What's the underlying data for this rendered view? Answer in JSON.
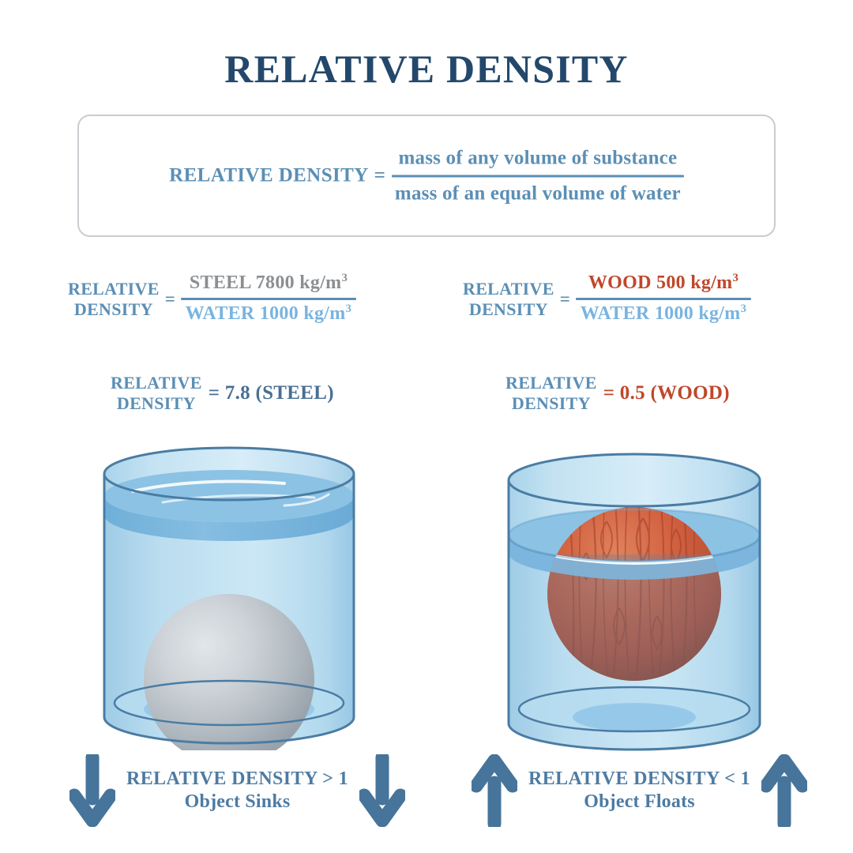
{
  "title": "RELATIVE DENSITY",
  "main_formula": {
    "lhs": "RELATIVE DENSITY",
    "equals": "=",
    "numerator": "mass of any volume of substance",
    "denominator": "mass of an equal volume of water"
  },
  "examples": [
    {
      "id": "steel",
      "label_line1": "RELATIVE",
      "label_line2": "DENSITY",
      "equals": "=",
      "numerator": "STEEL 7800 kg/m",
      "numerator_exp": "3",
      "denominator": "WATER 1000 kg/m",
      "denominator_exp": "3",
      "result": "= 7.8 (STEEL)",
      "caption_line1": "RELATIVE DENSITY > 1",
      "caption_line2": "Object Sinks",
      "arrow": "down-arrow-icon",
      "sphere": "steel-sphere"
    },
    {
      "id": "wood",
      "label_line1": "RELATIVE",
      "label_line2": "DENSITY",
      "equals": "=",
      "numerator": "WOOD 500 kg/m",
      "numerator_exp": "3",
      "denominator": "WATER 1000 kg/m",
      "denominator_exp": "3",
      "result": "= 0.5 (WOOD)",
      "caption_line1": "RELATIVE DENSITY < 1",
      "caption_line2": "Object Floats",
      "arrow": "up-arrow-icon",
      "sphere": "wood-sphere"
    }
  ],
  "colors": {
    "title": "#23486b",
    "formula_text": "#5b8fb5",
    "box_border": "#c9cdd1",
    "steel_text": "#8b8f92",
    "water_text": "#79b4e0",
    "wood_text": "#c0472a",
    "result_steel": "#486f93",
    "result_wood": "#c0472a",
    "caption": "#4d7ba3",
    "arrow": "#46749b",
    "glass_stroke": "#4a7ca3",
    "water_body": "#b8dcf0",
    "water_surface": "#7cb6de",
    "sphere_gray": "#b9c0c6",
    "wood_orange": "#d2603f"
  }
}
